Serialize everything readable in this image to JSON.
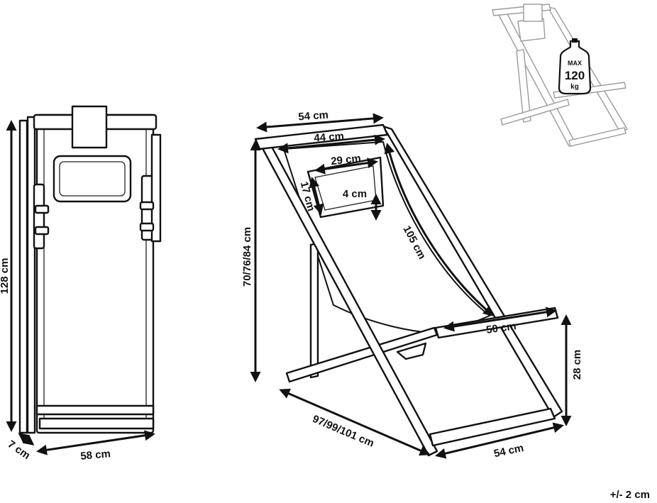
{
  "front_view": {
    "height_label": "128 cm",
    "width_label": "58 cm",
    "depth_label": "7 cm"
  },
  "side_view": {
    "top_width_label": "54 cm",
    "inner_width_label": "44 cm",
    "pillow_width_label": "29 cm",
    "pillow_height_label": "17 cm",
    "pillow_depth_label": "4 cm",
    "fabric_length_label": "105 cm",
    "height_positions_label": "70/76/84 cm",
    "armrest_length_label": "50 cm",
    "seat_height_label": "28 cm",
    "depth_positions_label": "97/99/101 cm",
    "bottom_width_label": "54 cm"
  },
  "thumbnail": {
    "max_label": "MAX",
    "load_value": "120",
    "load_unit": "kg"
  },
  "tolerance_label": "+/- 2 cm",
  "colors": {
    "line": "#111111",
    "thumbnail_line": "#9a9a9a",
    "background": "#ffffff"
  }
}
